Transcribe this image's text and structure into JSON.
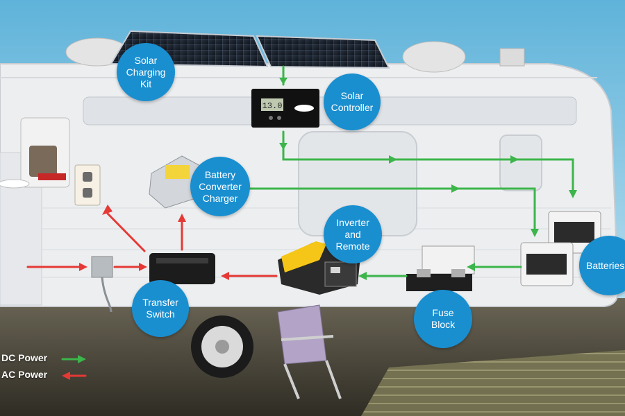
{
  "colors": {
    "dc_power": "#3cb54a",
    "ac_power": "#e53935",
    "bubble": "#1a8fd0",
    "sky_top": "#5fb3da",
    "sky_bottom": "#d6ecf5",
    "rv_body": "#eceef0",
    "ground": "#4e4a3c"
  },
  "labels": {
    "solar_kit": "Solar\nCharging\nKit",
    "solar_controller": "Solar\nController",
    "converter": "Battery\nConverter\nCharger",
    "inverter": "Inverter\nand\nRemote",
    "batteries": "Batteries",
    "fuse_block": "Fuse\nBlock",
    "transfer_switch": "Transfer\nSwitch"
  },
  "controller_display": "13.0",
  "legend": {
    "dc": "DC Power",
    "ac": "AC Power"
  }
}
